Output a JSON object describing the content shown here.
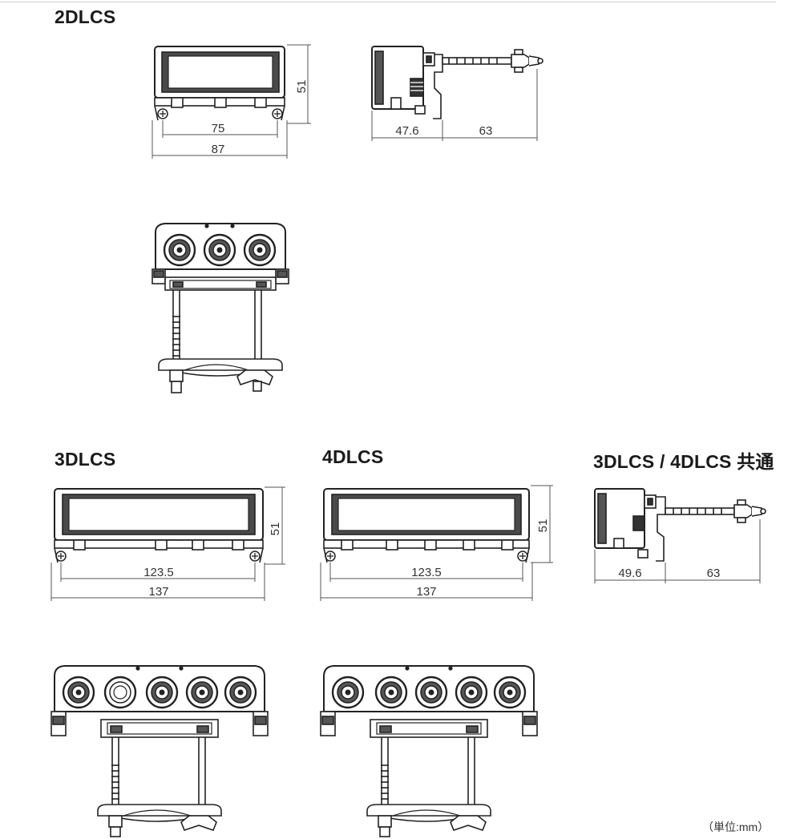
{
  "titles": {
    "model_2": "2DLCS",
    "model_3": "3DLCS",
    "model_4": "4DLCS",
    "common": "3DLCS / 4DLCS 共通"
  },
  "dimensions": {
    "front_2_inner": "75",
    "front_2_outer": "87",
    "front_2_height": "51",
    "side_2_depth": "47.6",
    "side_2_ext": "63",
    "front_3_inner": "123.5",
    "front_3_outer": "137",
    "front_3_height": "51",
    "front_4_inner": "123.5",
    "front_4_outer": "137",
    "front_4_height": "51",
    "side_c_depth": "49.6",
    "side_c_ext": "63"
  },
  "unit_note": "（単位:mm）"
}
